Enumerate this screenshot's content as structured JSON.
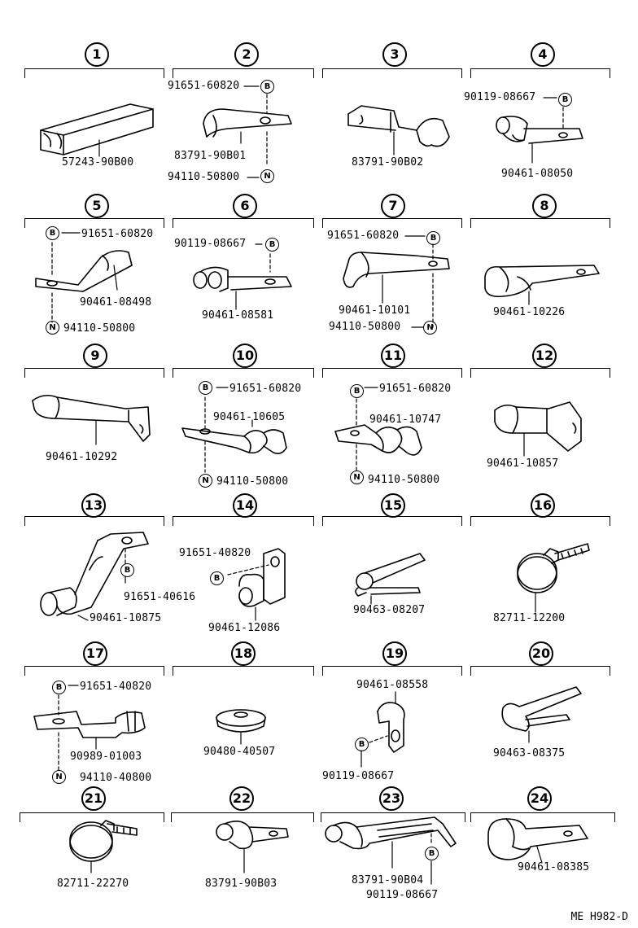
{
  "footer_code": "ME H982-D",
  "items": [
    {
      "num": "1",
      "parts": [
        "57243-90B00"
      ]
    },
    {
      "num": "2",
      "parts": [
        "91651-60820",
        "83791-90B01",
        "94110-50800"
      ],
      "markers": [
        "B",
        "N"
      ]
    },
    {
      "num": "3",
      "parts": [
        "83791-90B02"
      ]
    },
    {
      "num": "4",
      "parts": [
        "90119-08667",
        "90461-08050"
      ],
      "markers": [
        "B"
      ]
    },
    {
      "num": "5",
      "parts": [
        "91651-60820",
        "90461-08498",
        "94110-50800"
      ],
      "markers": [
        "B",
        "N"
      ]
    },
    {
      "num": "6",
      "parts": [
        "90119-08667",
        "90461-08581"
      ],
      "markers": [
        "B"
      ]
    },
    {
      "num": "7",
      "parts": [
        "91651-60820",
        "90461-10101",
        "94110-50800"
      ],
      "markers": [
        "B",
        "N"
      ]
    },
    {
      "num": "8",
      "parts": [
        "90461-10226"
      ]
    },
    {
      "num": "9",
      "parts": [
        "90461-10292"
      ]
    },
    {
      "num": "10",
      "parts": [
        "91651-60820",
        "90461-10605",
        "94110-50800"
      ],
      "markers": [
        "B",
        "N"
      ]
    },
    {
      "num": "11",
      "parts": [
        "91651-60820",
        "90461-10747",
        "94110-50800"
      ],
      "markers": [
        "B",
        "N"
      ]
    },
    {
      "num": "12",
      "parts": [
        "90461-10857"
      ]
    },
    {
      "num": "13",
      "parts": [
        "91651-40616",
        "90461-10875"
      ],
      "markers": [
        "B"
      ]
    },
    {
      "num": "14",
      "parts": [
        "91651-40820",
        "90461-12086"
      ],
      "markers": [
        "B"
      ]
    },
    {
      "num": "15",
      "parts": [
        "90463-08207"
      ]
    },
    {
      "num": "16",
      "parts": [
        "82711-12200"
      ]
    },
    {
      "num": "17",
      "parts": [
        "91651-40820",
        "90989-01003",
        "94110-40800"
      ],
      "markers": [
        "B",
        "N"
      ]
    },
    {
      "num": "18",
      "parts": [
        "90480-40507"
      ]
    },
    {
      "num": "19",
      "parts": [
        "90461-08558",
        "90119-08667"
      ],
      "markers": [
        "B"
      ]
    },
    {
      "num": "20",
      "parts": [
        "90463-08375"
      ]
    },
    {
      "num": "21",
      "parts": [
        "82711-22270"
      ]
    },
    {
      "num": "22",
      "parts": [
        "83791-90B03"
      ]
    },
    {
      "num": "23",
      "parts": [
        "83791-90B04",
        "90119-08667"
      ],
      "markers": [
        "B"
      ]
    },
    {
      "num": "24",
      "parts": [
        "90461-08385"
      ]
    }
  ]
}
